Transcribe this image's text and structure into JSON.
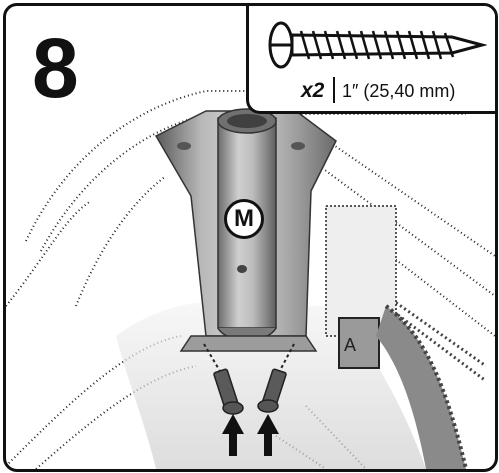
{
  "step": {
    "number": "8"
  },
  "parts": {
    "quantity": "x2",
    "size": "1″ (25,40 mm)",
    "icon": "screw-icon"
  },
  "callout": {
    "label": "M"
  },
  "icons": {
    "arrows": "up-arrow-icon"
  }
}
